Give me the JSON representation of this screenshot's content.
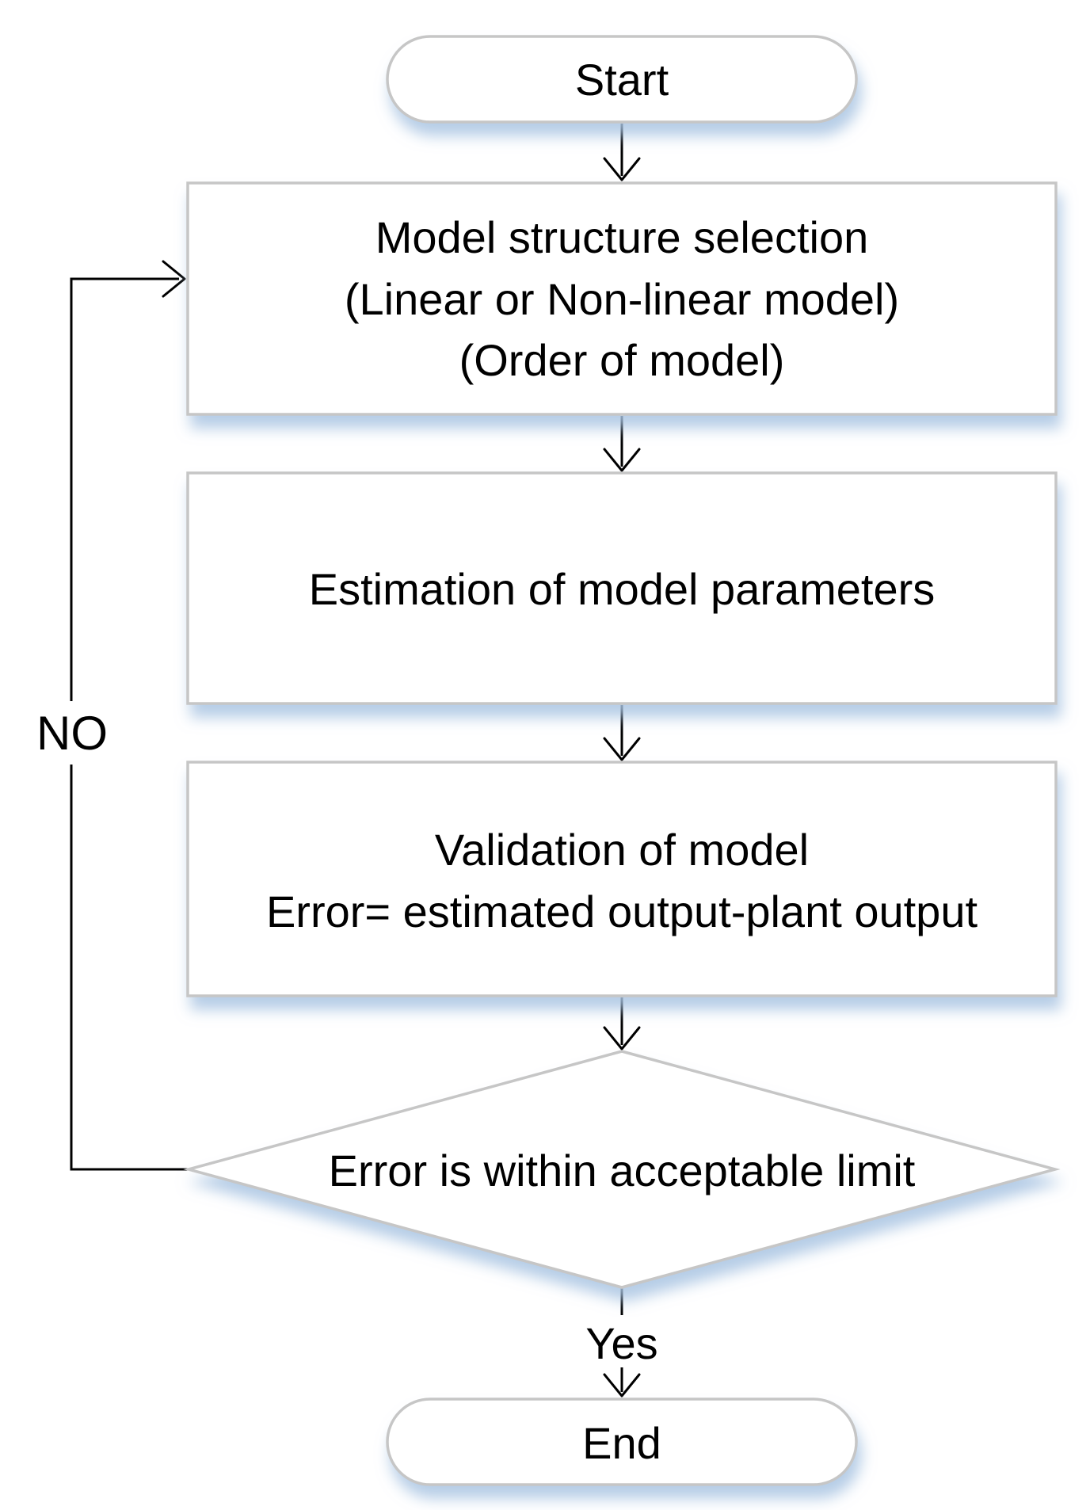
{
  "flowchart": {
    "nodes": {
      "start": {
        "label": "Start"
      },
      "model_structure": {
        "lines": [
          "Model structure selection",
          "(Linear or Non-linear model)",
          "(Order of model)"
        ]
      },
      "estimation": {
        "label": "Estimation of model parameters"
      },
      "validation": {
        "lines": [
          "Validation of model",
          "Error= estimated output-plant output"
        ]
      },
      "decision": {
        "label": "Error is within acceptable limit"
      },
      "end": {
        "label": "End"
      }
    },
    "edges": {
      "yes_label": "Yes",
      "no_label": "NO"
    },
    "colors": {
      "shape_fill": "#ffffff",
      "shape_border": "#c6c6c6",
      "connector": "#000000",
      "text": "#000000",
      "shadow": "#a9c4e2"
    }
  }
}
